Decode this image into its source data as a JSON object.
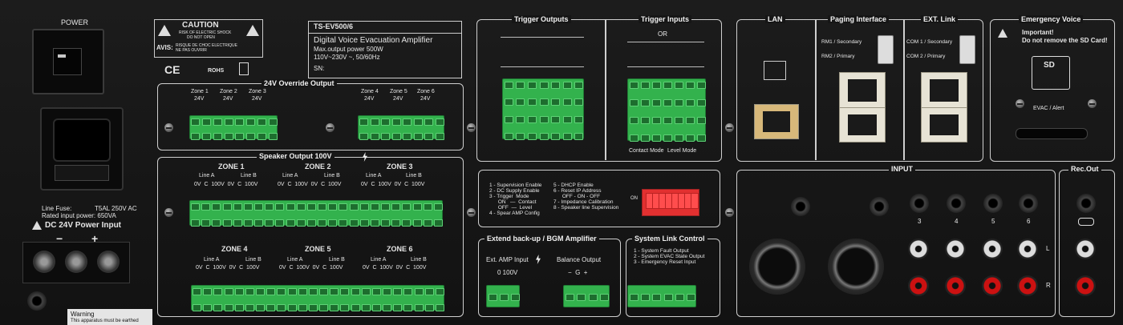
{
  "power": {
    "label": "POWER",
    "fuse_line1": "Line Fuse:",
    "fuse_rating": "T5AL  250V  AC",
    "rated_power": "Rated input power:  650VA",
    "dc_input": "DC 24V Power Input",
    "minus": "−",
    "plus": "+",
    "warning": "Warning",
    "warning_sub": "This apparatus must be earthed"
  },
  "caution": {
    "title": "CAUTION",
    "line1": "RISK OF ELECTRIC SHOCK",
    "line2": "DO NOT OPEN",
    "avis": "AVIS:",
    "avis_text": "RISQUE DE CHOC ELECTRIQUE\nNE PAS OUVRIR",
    "ce": "CE",
    "rohs": "ROHS"
  },
  "device": {
    "model": "TS-EV500/6",
    "name": "Digital Voice Evacuation Amplifier",
    "max_output": "Max.output power 500W",
    "voltage": "110V~230V ~, 50/60Hz",
    "sn": "SN:"
  },
  "override": {
    "title": "24V Override Output",
    "zones": [
      {
        "name": "Zone 1",
        "v": "24V"
      },
      {
        "name": "Zone 2",
        "v": "24V"
      },
      {
        "name": "Zone 3",
        "v": "24V"
      },
      {
        "name": "Zone 4",
        "v": "24V"
      },
      {
        "name": "Zone 5",
        "v": "24V"
      },
      {
        "name": "Zone 6",
        "v": "24V"
      }
    ]
  },
  "speaker": {
    "title": "Speaker Output 100V",
    "zones": [
      "ZONE 1",
      "ZONE 2",
      "ZONE 3",
      "ZONE 4",
      "ZONE 5",
      "ZONE 6"
    ],
    "line_a": "Line A",
    "line_b": "Line B",
    "pins": "0V  C  100V  0V  C  100V"
  },
  "trigger": {
    "outputs": "Trigger Outputs",
    "inputs": "Trigger Inputs",
    "or": "OR",
    "contact_mode": "Contact Mode",
    "level_mode": "Level Mode"
  },
  "dip": {
    "items": [
      "1 - Supervision Enable",
      "2 - DC Supply Enable",
      "3 - Trigger  Mode",
      "      ON   —  Contact",
      "      OFF  —  Level",
      "4 - Spear AMP Config",
      "5 - DHCP Enable",
      "6 - Reset IP Address",
      "      OFF - ON - OFF",
      "7 - Impedance Calibration",
      "8 - Speaker line Supervision"
    ],
    "on": "ON"
  },
  "extend": {
    "title": "Extend back-up / BGM  Amplifier",
    "ext_amp": "Ext. AMP Input",
    "ext_pins": "0  100V",
    "balance": "Balance Output",
    "balance_pins": "−  G  +"
  },
  "syslink": {
    "title": "System Link Control",
    "items": [
      "1 - System Fault Output",
      "2 - System EVAC State Output",
      "3 - Emergency Reset Input"
    ]
  },
  "lan": {
    "title": "LAN"
  },
  "paging": {
    "title": "Paging Interface",
    "rm1": "RM1 / Secondary",
    "rm2": "RM2 / Primary"
  },
  "extlink": {
    "title": "EXT. Link",
    "com1": "COM 1 / Secondary",
    "com2": "COM 2 / Primary"
  },
  "emergency": {
    "title": "Emergency Voice",
    "important": "Important!",
    "note": "Do not remove the SD Card!",
    "sd": "SD",
    "evac": "EVAC / Alert"
  },
  "input": {
    "title": "INPUT",
    "channels": [
      "3",
      "4",
      "5",
      "6"
    ],
    "l": "L",
    "r": "R"
  },
  "recout": {
    "title": "Rec.Out"
  },
  "colors": {
    "terminal": "#33b24d",
    "panel": "#161616",
    "rca_red": "#cc1111"
  }
}
